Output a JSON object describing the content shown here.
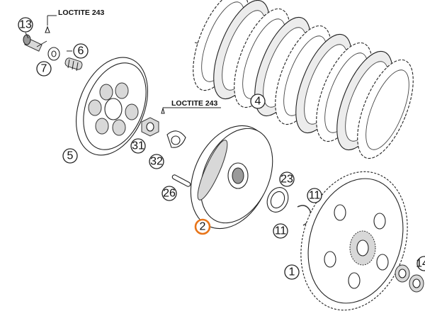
{
  "diagram": {
    "callouts": [
      {
        "id": "13",
        "label": "13",
        "highlighted": false
      },
      {
        "id": "6",
        "label": "6",
        "highlighted": false
      },
      {
        "id": "7",
        "label": "7",
        "highlighted": false
      },
      {
        "id": "4",
        "label": "4",
        "highlighted": false
      },
      {
        "id": "5",
        "label": "5",
        "highlighted": false
      },
      {
        "id": "31",
        "label": "31",
        "highlighted": false
      },
      {
        "id": "32",
        "label": "32",
        "highlighted": false
      },
      {
        "id": "23",
        "label": "23",
        "highlighted": false
      },
      {
        "id": "11a",
        "label": "11",
        "highlighted": false
      },
      {
        "id": "11b",
        "label": "11",
        "highlighted": false
      },
      {
        "id": "26",
        "label": "26",
        "highlighted": false
      },
      {
        "id": "2",
        "label": "2",
        "highlighted": true
      },
      {
        "id": "1",
        "label": "1",
        "highlighted": false
      },
      {
        "id": "14",
        "label": "14",
        "highlighted": false
      }
    ],
    "notes": [
      {
        "id": "note-1",
        "text": "LOCTITE 243"
      },
      {
        "id": "note-2",
        "text": "LOCTITE 243"
      }
    ],
    "highlight_color": "#e8751a"
  }
}
